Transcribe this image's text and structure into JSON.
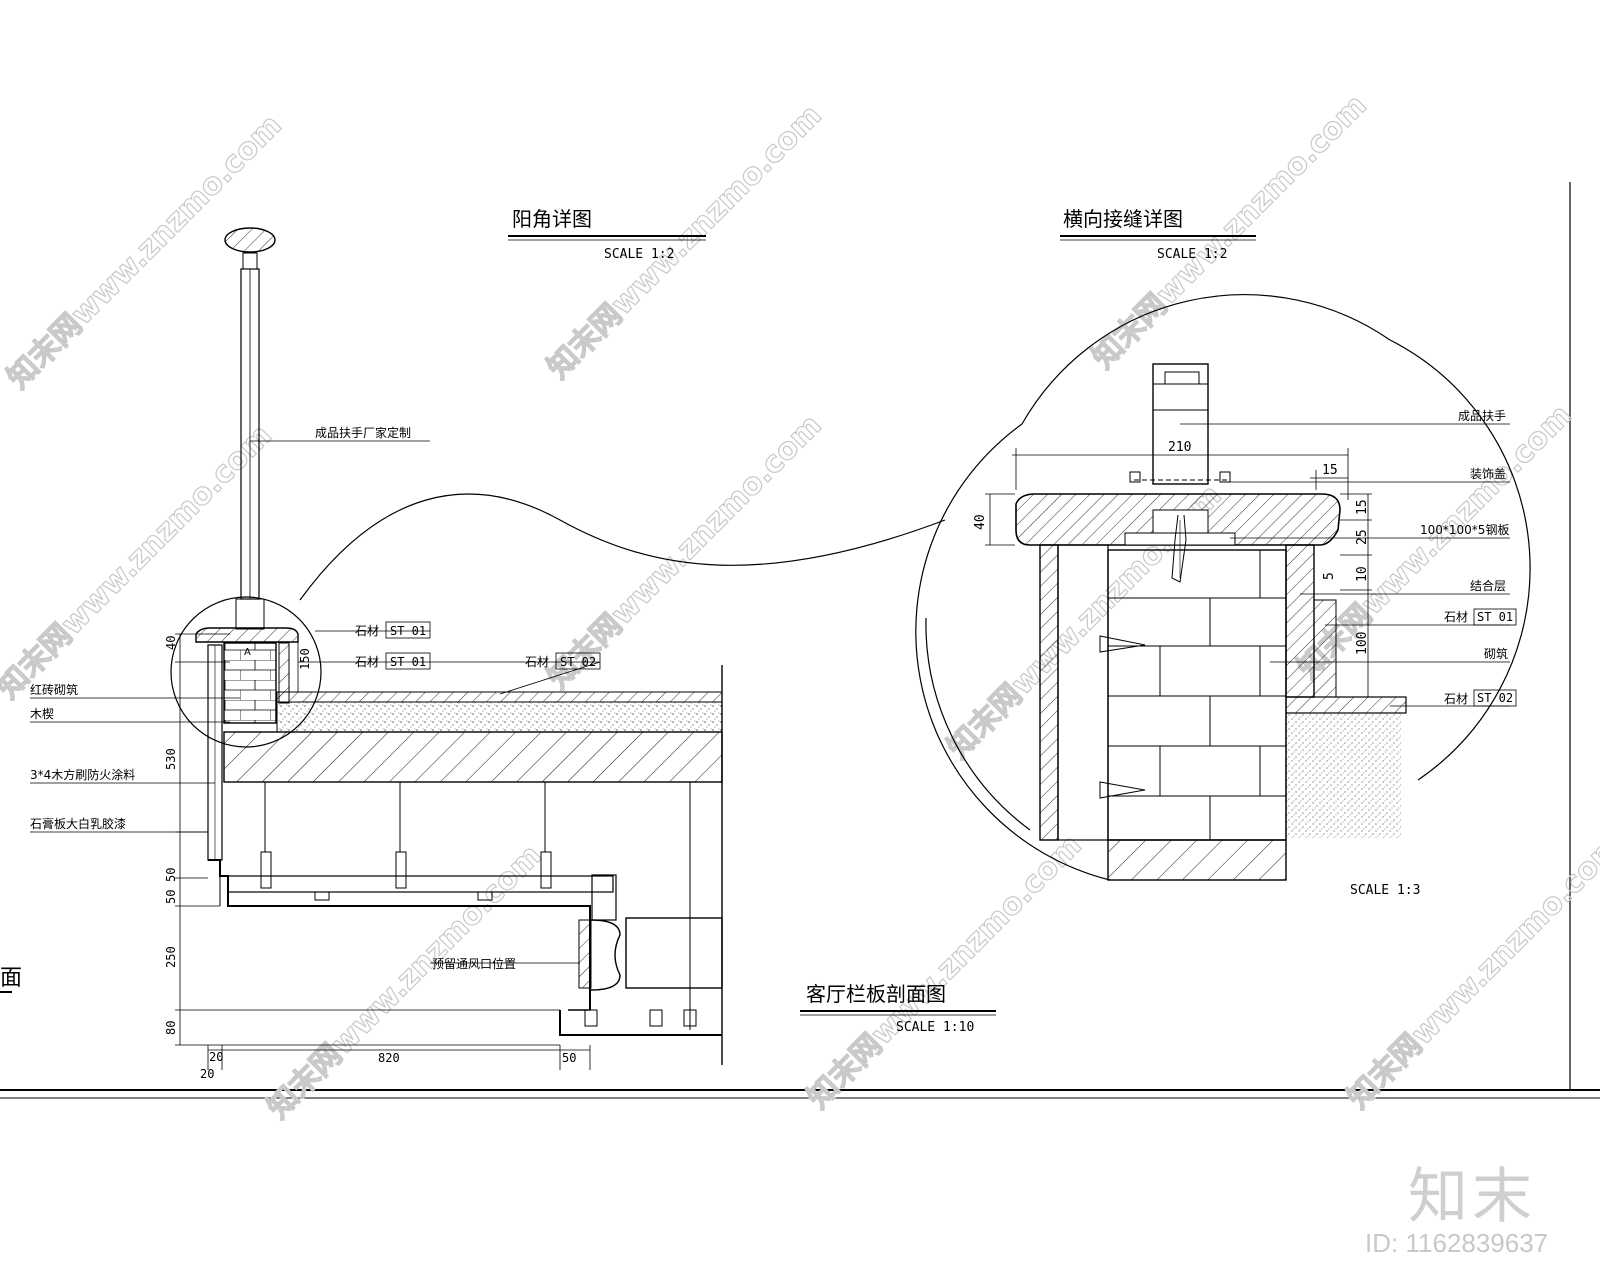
{
  "titles": {
    "corner_detail": "阳角详图",
    "corner_scale": "SCALE  1:2",
    "joint_detail": "横向接缝详图",
    "joint_scale": "SCALE  1:2",
    "section": "客厅栏板剖面图",
    "section_scale": "SCALE  1:10",
    "circle_scale": "SCALE  1:3"
  },
  "left_labels": {
    "handrail": "成品扶手厂家定制",
    "stone_st01_a": "石材",
    "stone_st01_a_code": "ST 01",
    "stone_st01_b": "石材",
    "stone_st01_b_code": "ST 01",
    "stone_st02": "石材",
    "stone_st02_code": "ST 02",
    "brick": "红砖砌筑",
    "wood": "木楔",
    "wood_batten": "3*4木方刷防火涂料",
    "gypsum": "石膏板大白乳胶漆",
    "vent": "预留通风口位置",
    "edge_mark": "面"
  },
  "left_dims": {
    "d40": "40",
    "d150": "150",
    "d530": "530",
    "d50a": "50",
    "d50b": "50",
    "d250": "250",
    "d80": "80",
    "d20a": "20",
    "d20b": "20",
    "d820": "820",
    "d50c": "50"
  },
  "right_labels": {
    "handrail": "成品扶手",
    "trim": "装饰盖",
    "steel_plate": "100*100*5钢板",
    "bond": "结合层",
    "stone_st01": "石材",
    "stone_st01_code": "ST 01",
    "masonry": "砌筑",
    "stone_st02": "石材",
    "stone_st02_code": "ST 02"
  },
  "right_dims": {
    "d210": "210",
    "d15": "15",
    "d40": "40",
    "d15v": "15",
    "d25": "25",
    "d5": "5",
    "d10": "10",
    "d100": "100"
  },
  "anchor_letter": "A",
  "watermark": "知末网www.znzmo.com",
  "brand": "知末",
  "image_id": "ID: 1162839637"
}
